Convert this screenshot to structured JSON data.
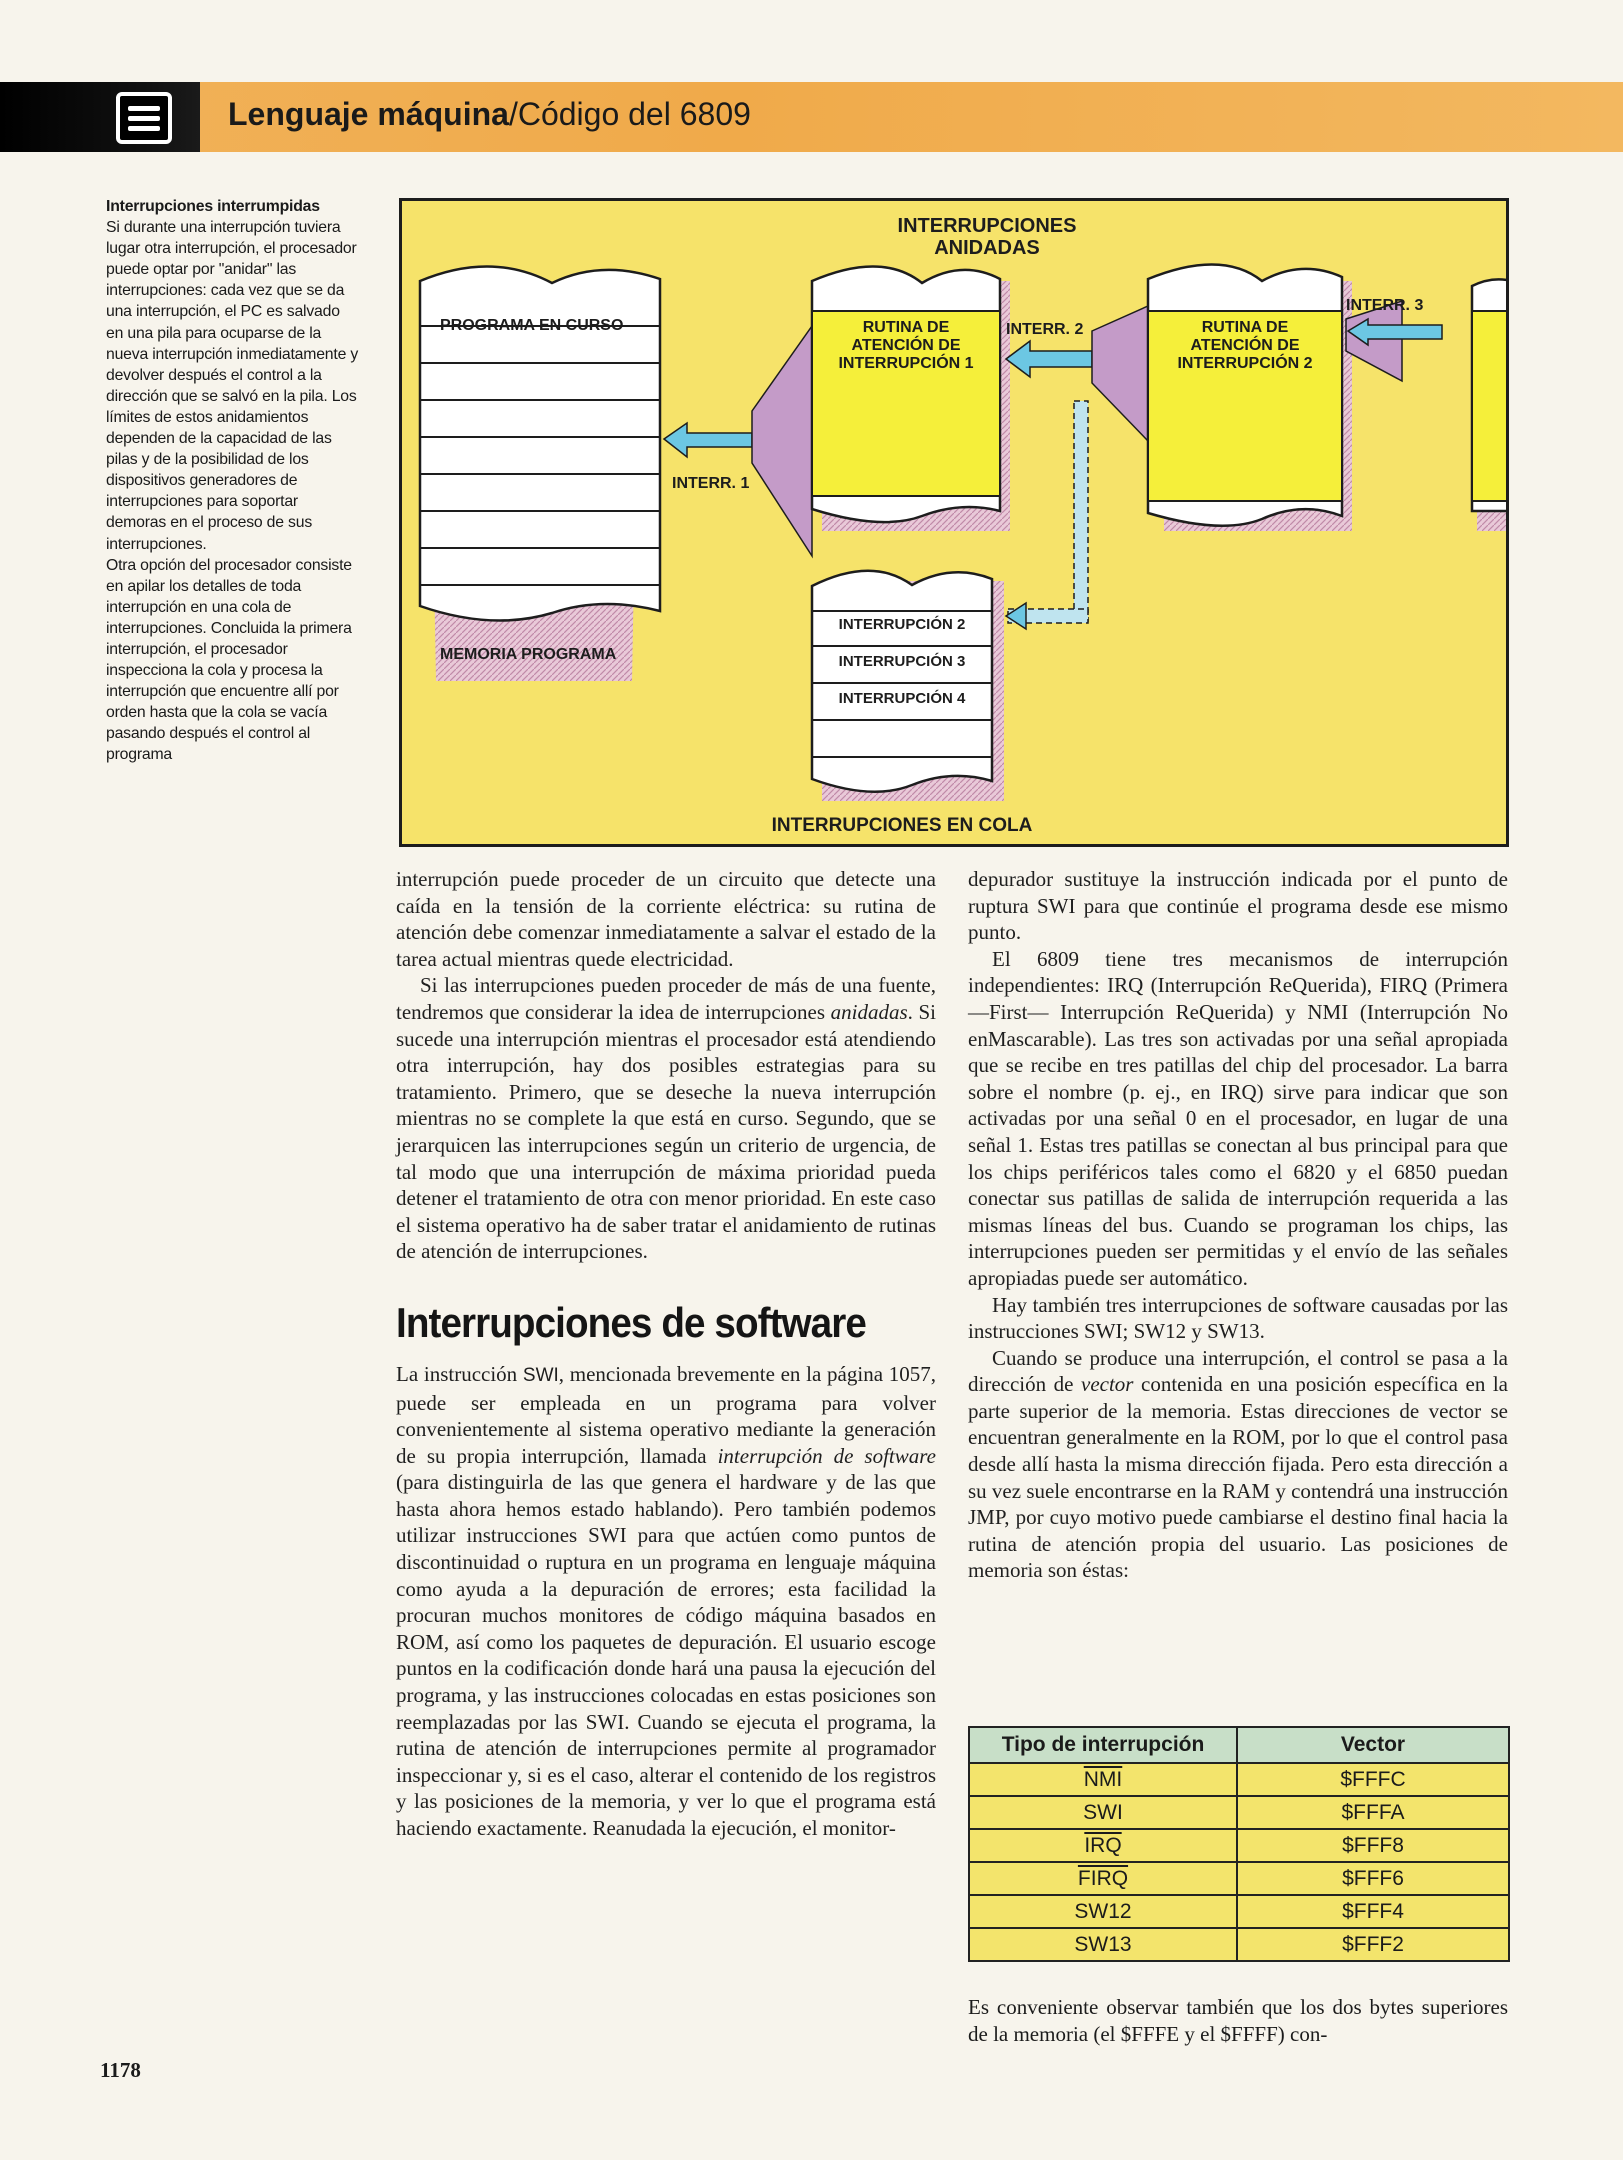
{
  "header": {
    "title_bold": "Lenguaje máquina",
    "title_rest": "/Código del 6809"
  },
  "caption": {
    "title": "Interrupciones interrumpidas",
    "p1": "Si durante una interrupción tuviera lugar otra interrupción, el procesador puede optar por \"anidar\" las interrupciones: cada vez que se da una interrupción, el PC es salvado en una pila para ocuparse de la nueva interrupción inmediatamente y devolver después el control a la dirección que se salvó en la pila. Los límites de estos anidamientos dependen de la capacidad de las pilas y de la posibilidad de los dispositivos generadores de interrupciones para soportar demoras en el proceso de sus interrupciones.",
    "p2": "Otra opción del procesador consiste en apilar los detalles de toda interrupción en una cola de interrupciones. Concluida la primera interrupción, el procesador inspecciona la cola y procesa la interrupción que encuentre allí por orden hasta que la cola se vacía pasando después el control al programa"
  },
  "diagram": {
    "title_line1": "INTERRUPCIONES",
    "title_line2": "ANIDADAS",
    "program_label": "PROGRAMA EN CURSO",
    "memory_label": "MEMORIA PROGRAMA",
    "routine1_l1": "RUTINA DE",
    "routine1_l2": "ATENCIÓN DE",
    "routine1_l3": "INTERRUPCIÓN 1",
    "routine2_l1": "RUTINA DE",
    "routine2_l2": "ATENCIÓN DE",
    "routine2_l3": "INTERRUPCIÓN 2",
    "interr1": "INTERR. 1",
    "interr2": "INTERR. 2",
    "interr3": "INTERR. 3",
    "queue_items": [
      "INTERRUPCIÓN 2",
      "INTERRUPCIÓN 3",
      "INTERRUPCIÓN 4"
    ],
    "queue_label": "INTERRUPCIONES EN COLA",
    "colors": {
      "background": "#f6e36a",
      "routine": "#f5ef3a",
      "arrow": "#6cc7e3",
      "funnel": "#c49bc8"
    }
  },
  "col1": {
    "p1": "interrupción puede proceder de un circuito que detecte una caída en la tensión de la corriente eléctrica: su rutina de atención debe comenzar inmediatamente a salvar el estado de la tarea actual mientras quede electricidad.",
    "p2a": "Si las interrupciones pueden proceder de más de una fuente, tendremos que considerar la idea de interrupciones ",
    "p2em": "anidadas",
    "p2b": ". Si sucede una interrupción mientras el procesador está atendiendo otra interrupción, hay dos posibles estrategias para su tratamiento. Primero, que se deseche la nueva interrupción mientras no se complete la que está en curso. Segundo, que se jerarquicen las interrupciones según un criterio de urgencia, de tal modo que una interrupción de máxima prioridad pueda detener el tratamiento de otra con menor prioridad. En este caso el sistema operativo ha de saber tratar el anidamiento de rutinas de atención de interrupciones.",
    "section_title": "Interrupciones de software",
    "p3a": "La instrucción ",
    "p3swi": "SWI",
    "p3b": ", mencionada brevemente en la página 1057, puede ser empleada en un programa para volver convenientemente al sistema operativo mediante la generación de su propia interrupción, llamada ",
    "p3em": "interrupción de software",
    "p3c": " (para distinguirla de las que genera el hardware y de las que hasta ahora hemos estado hablando). Pero también podemos utilizar instrucciones SWI para que actúen como puntos de discontinuidad o ruptura en un programa en lenguaje máquina como ayuda a la depuración de errores; esta facilidad la procuran muchos monitores de código máquina basados en ROM, así como los paquetes de depuración. El usuario escoge puntos en la codificación donde hará una pausa la ejecución del programa, y las instrucciones colocadas en estas posiciones son reemplazadas por las SWI. Cuando se ejecuta el programa, la rutina de atención de interrupciones permite al programador inspeccionar y, si es el caso, alterar el contenido de los registros y las posiciones de la memoria, y ver lo que el programa está haciendo exactamente. Reanudada la ejecución, el monitor-"
  },
  "col2": {
    "p1": "depurador sustituye la instrucción indicada por el punto de ruptura SWI para que continúe el programa desde ese mismo punto.",
    "p2": "El 6809 tiene tres mecanismos de interrupción independientes: IRQ (Interrupción ReQuerida), FIRQ (Primera —First— Interrupción ReQuerida) y NMI (Interrupción No enMascarable). Las tres son activadas por una señal apropiada que se recibe en tres patillas del chip del procesador. La barra sobre el nombre (p. ej., en IRQ) sirve para indicar que son activadas por una señal 0 en el procesador, en lugar de una señal 1. Estas tres patillas se conectan al bus principal para que los chips periféricos tales como el 6820 y el 6850 puedan conectar sus patillas de salida de interrupción requerida a las mismas líneas del bus. Cuando se programan los chips, las interrupciones pueden ser permitidas y el envío de las señales apropiadas puede ser automático.",
    "p3": "Hay también tres interrupciones de software causadas por las instrucciones SWI; SW12 y SW13.",
    "p4a": "Cuando se produce una interrupción, el control se pasa a la dirección de ",
    "p4em": "vector",
    "p4b": " contenida en una posición específica en la parte superior de la memoria. Estas direcciones de vector se encuentran generalmente en la ROM, por lo que el control pasa desde allí hasta la misma dirección fijada. Pero esta dirección a su vez suele encontrarse en la RAM y contendrá una instrucción JMP, por cuyo motivo puede cambiarse el destino final hacia la rutina de atención propia del usuario. Las posiciones de memoria son éstas:"
  },
  "table": {
    "headers": [
      "Tipo de interrupción",
      "Vector"
    ],
    "rows": [
      [
        "NMI",
        "$FFFC"
      ],
      [
        "SWI",
        "$FFFA"
      ],
      [
        "IRQ",
        "$FFF8"
      ],
      [
        "FIRQ",
        "$FFF6"
      ],
      [
        "SW12",
        "$FFF4"
      ],
      [
        "SW13",
        "$FFF2"
      ]
    ]
  },
  "footer_para": "Es conveniente observar también que los dos bytes superiores de la memoria (el $FFFE y el $FFFF) con-",
  "page_number": "1178"
}
